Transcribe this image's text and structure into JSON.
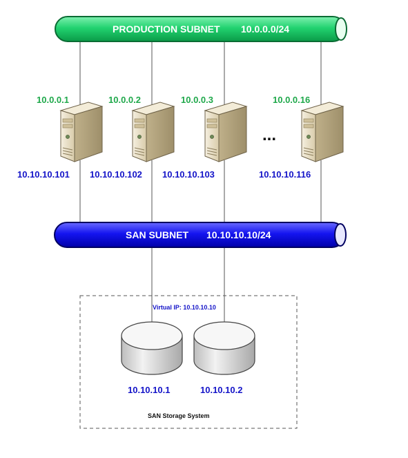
{
  "colors": {
    "production_bus": "#1fcf6e",
    "production_text": "#ffffff",
    "san_bus": "#1010ee",
    "san_text": "#ffffff",
    "prod_ip_text": "#1ea84a",
    "san_ip_text": "#1414c8",
    "line": "#555555",
    "server_body": "#e6dcc4",
    "disk": "#e4e4e4"
  },
  "production_subnet": {
    "name": "PRODUCTION SUBNET",
    "cidr": "10.0.0.0/24"
  },
  "san_subnet": {
    "name": "SAN SUBNET",
    "cidr": "10.10.10.10/24"
  },
  "servers": [
    {
      "prod_ip": "10.0.0.1",
      "san_ip": "10.10.10.101",
      "icon": "server-tower-icon"
    },
    {
      "prod_ip": "10.0.0.2",
      "san_ip": "10.10.10.102",
      "icon": "server-tower-icon"
    },
    {
      "prod_ip": "10.0.0.3",
      "san_ip": "10.10.10.103",
      "icon": "server-tower-icon"
    },
    {
      "prod_ip": "10.0.0.16",
      "san_ip": "10.10.10.116",
      "icon": "server-tower-icon"
    }
  ],
  "ellipsis": "...",
  "storage": {
    "virtual_ip_label": "Virtual IP: 10.10.10.10",
    "nodes": [
      {
        "ip": "10.10.10.1",
        "icon": "disk-cylinder-icon"
      },
      {
        "ip": "10.10.10.2",
        "icon": "disk-cylinder-icon"
      }
    ],
    "system_label": "SAN Storage System"
  }
}
